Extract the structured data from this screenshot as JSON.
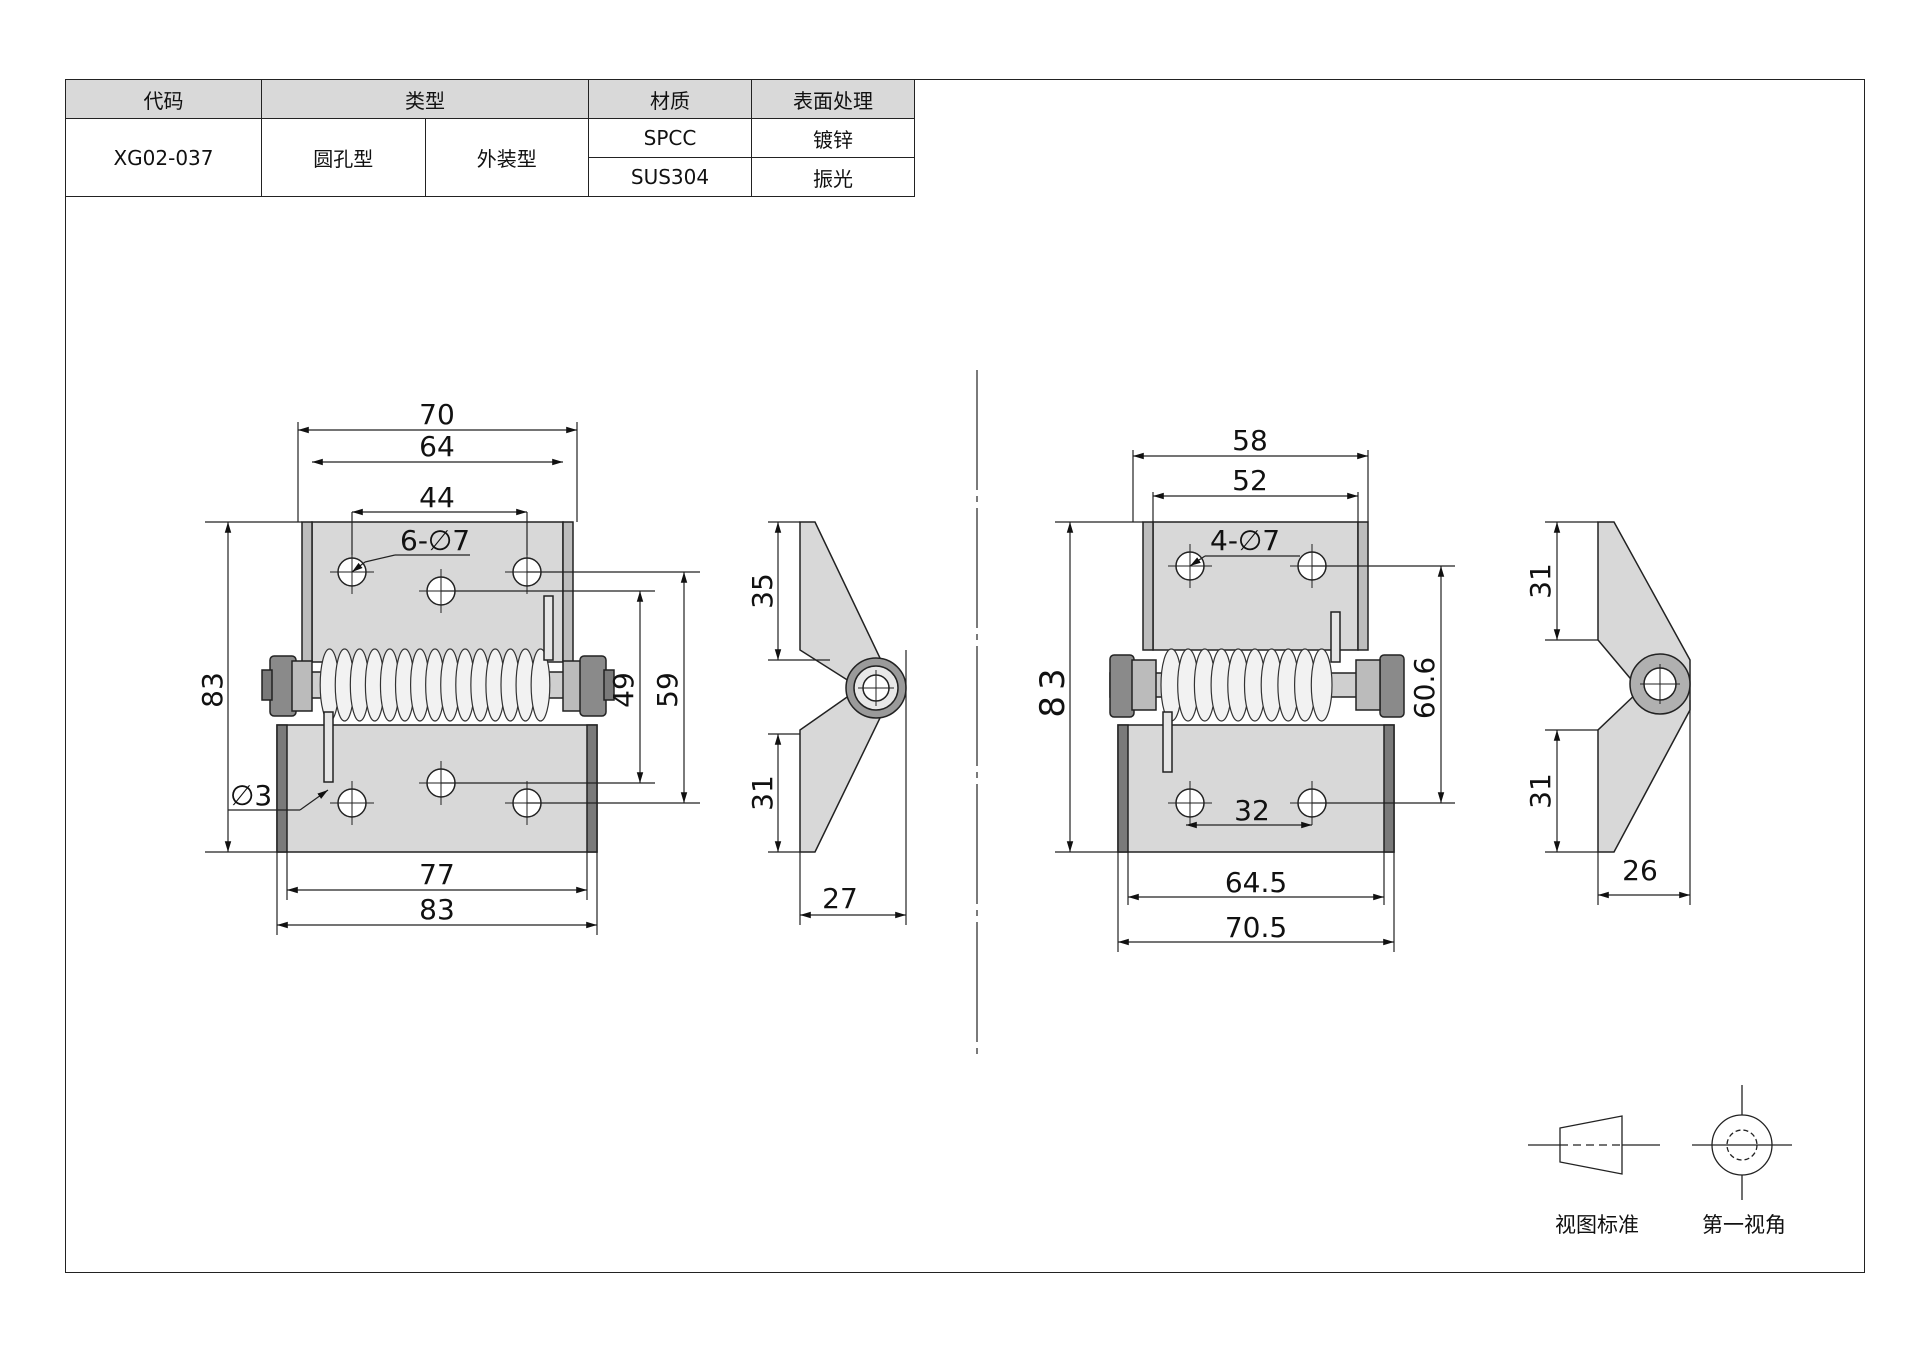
{
  "spec_table": {
    "headers": {
      "code": "代码",
      "type": "类型",
      "material": "材质",
      "surface": "表面处理"
    },
    "code": "XG02-037",
    "type_hole": "圆孔型",
    "type_mount": "外装型",
    "rows": [
      {
        "material": "SPCC",
        "surface": "镀锌"
      },
      {
        "material": "SUS304",
        "surface": "振光"
      }
    ]
  },
  "left_view": {
    "dims": {
      "w70": "70",
      "w64": "64",
      "w44": "44",
      "holes": "6-∅7",
      "h83": "83",
      "h49": "49",
      "h59": "59",
      "pin": "∅3",
      "w77": "77",
      "w83": "83"
    },
    "side": {
      "h35": "35",
      "h31": "31",
      "w27": "27"
    }
  },
  "right_view": {
    "dims": {
      "w58": "58",
      "w52": "52",
      "holes": "4-∅7",
      "h83": "83",
      "h606": "60.6",
      "w32": "32",
      "w645": "64.5",
      "w705": "70.5"
    },
    "side": {
      "h31a": "31",
      "h31b": "31",
      "w26": "26"
    }
  },
  "legend": {
    "view_standard": "视图标准",
    "first_angle": "第一视角"
  },
  "colors": {
    "plate": "#d8d8d8",
    "plate_edge": "#333333",
    "spring": "#f2f2f2",
    "knuckle": "#8a8a8a"
  }
}
